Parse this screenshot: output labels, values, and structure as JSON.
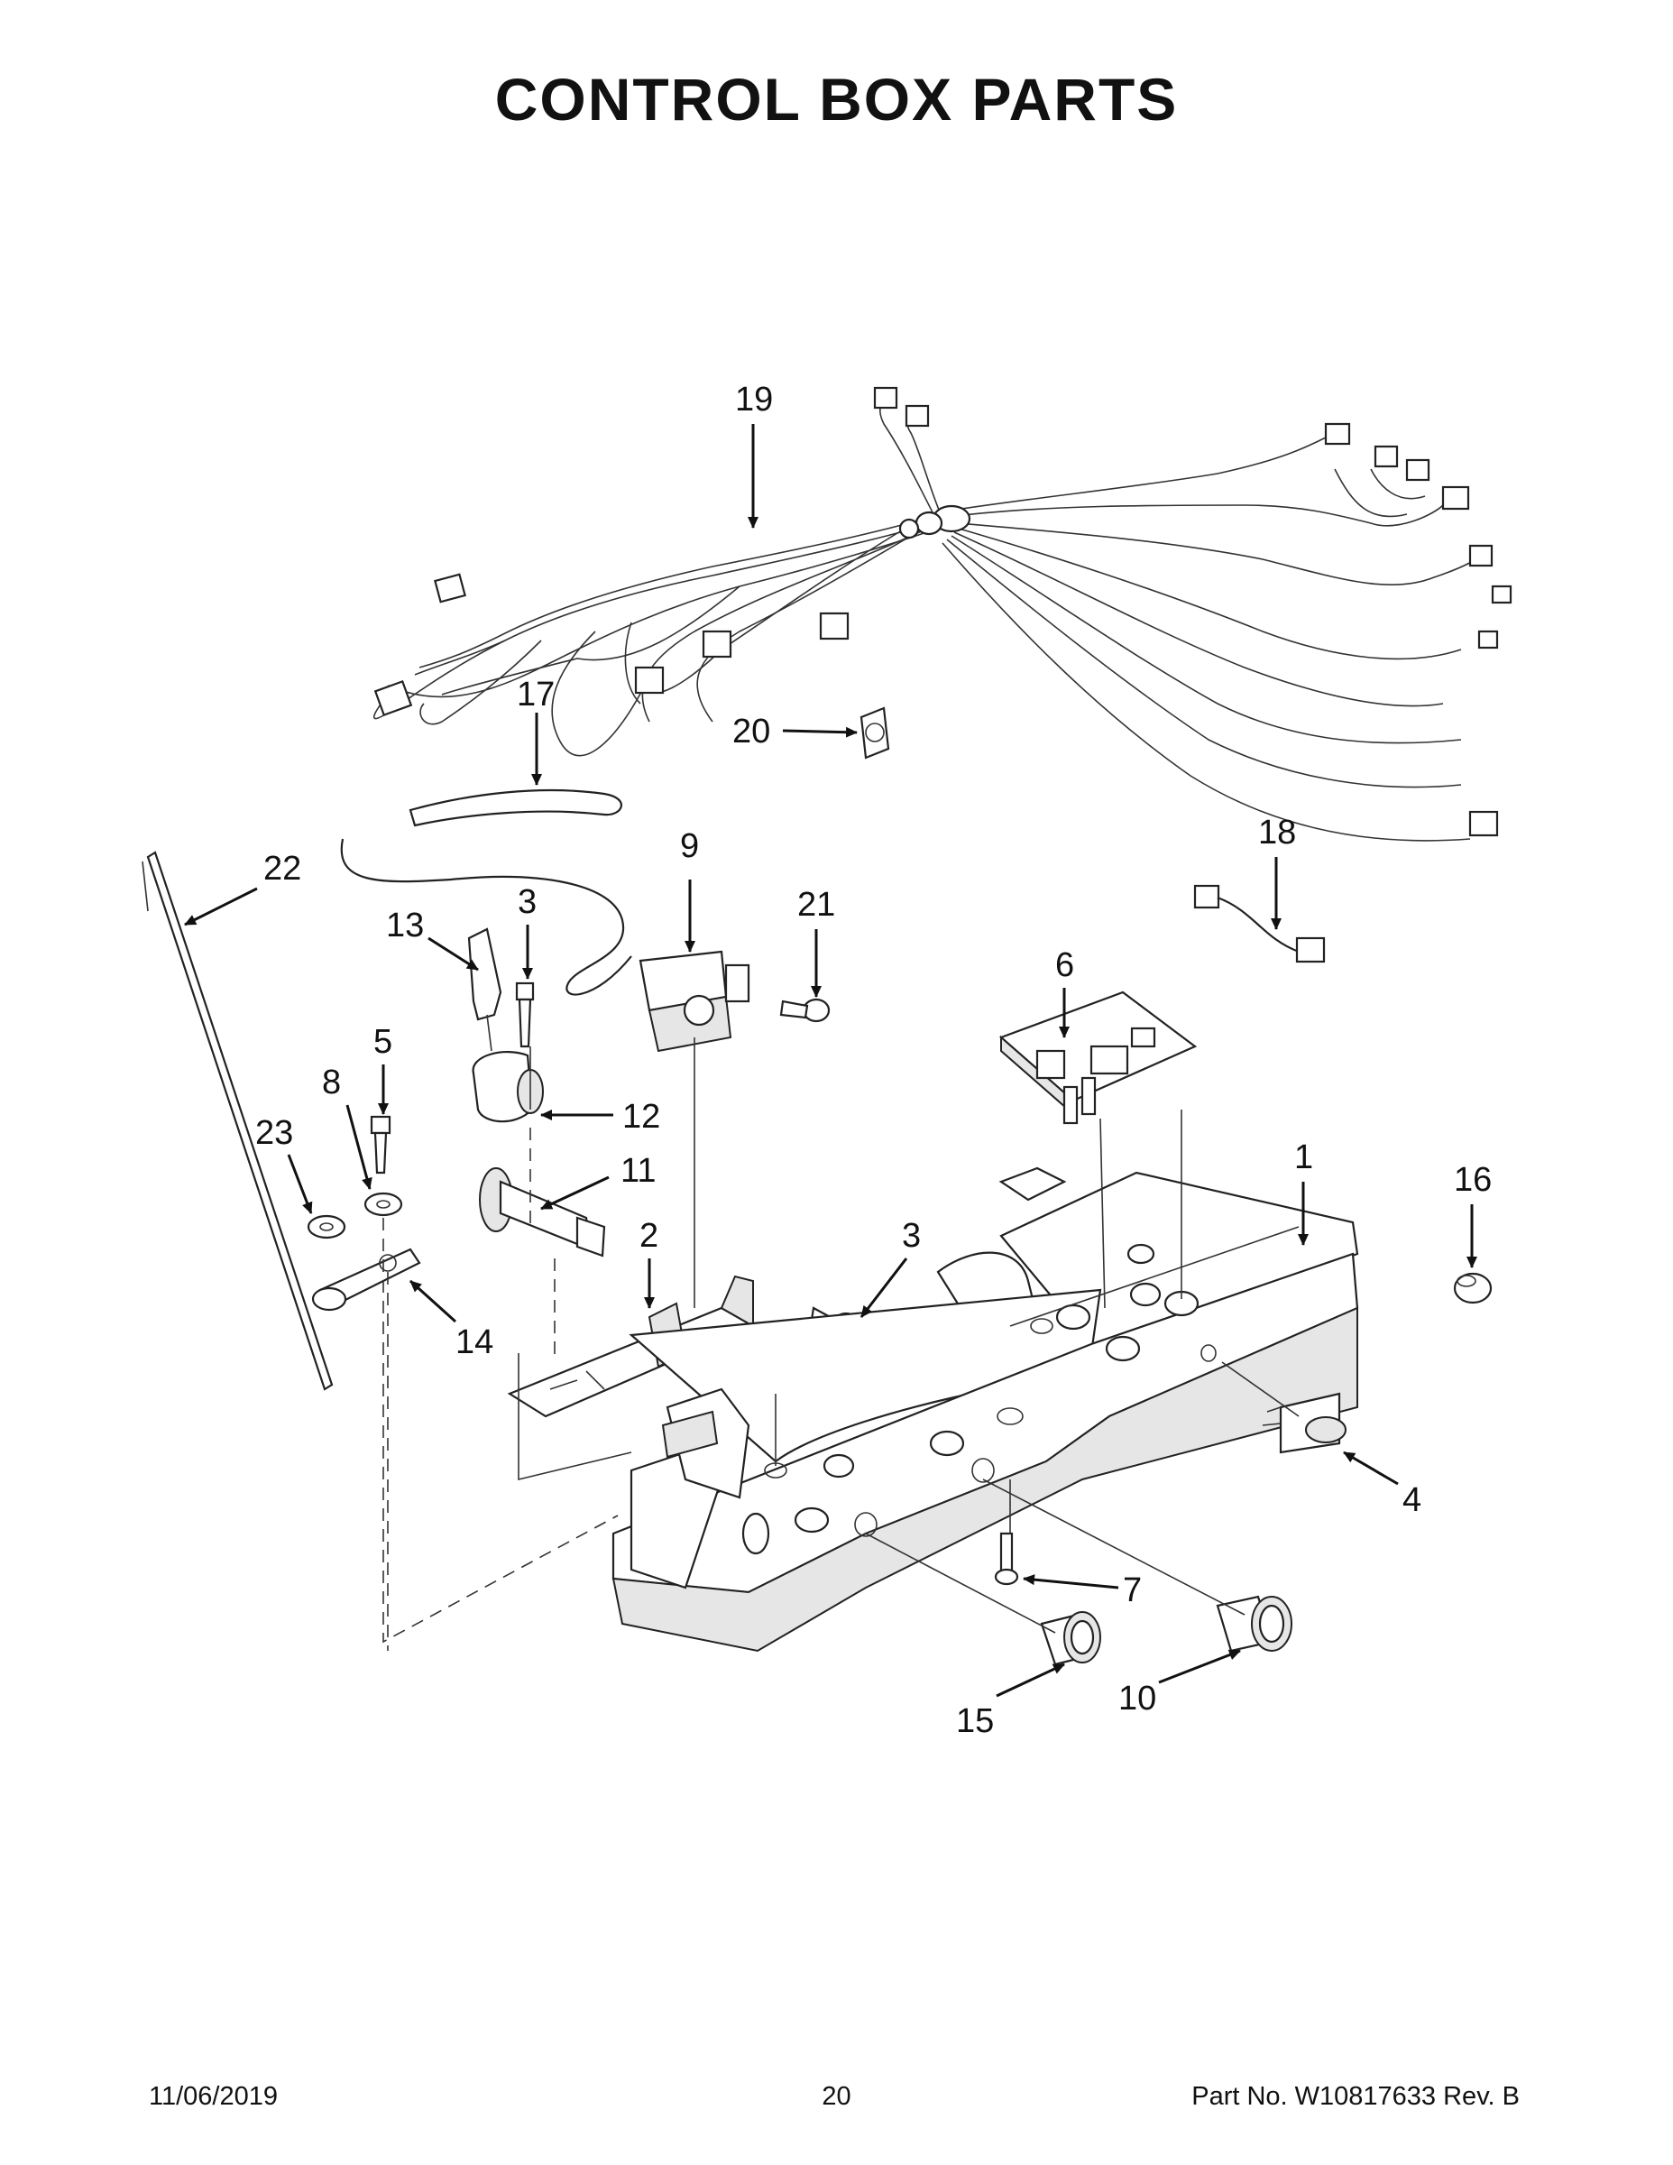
{
  "title": "CONTROL BOX PARTS",
  "footer": {
    "date": "11/06/2019",
    "page": "20",
    "part": "Part No.  W10817633  Rev.  B"
  },
  "callouts": {
    "c19": "19",
    "c17": "17",
    "c20": "20",
    "c18": "18",
    "c22": "22",
    "c9": "9",
    "c21": "21",
    "c13": "13",
    "c3a": "3",
    "c6": "6",
    "c5": "5",
    "c8": "8",
    "c12": "12",
    "c23": "23",
    "c11": "11",
    "c1": "1",
    "c16": "16",
    "c2": "2",
    "c3b": "3",
    "c14": "14",
    "c4": "4",
    "c7": "7",
    "c15": "15",
    "c10": "10"
  }
}
